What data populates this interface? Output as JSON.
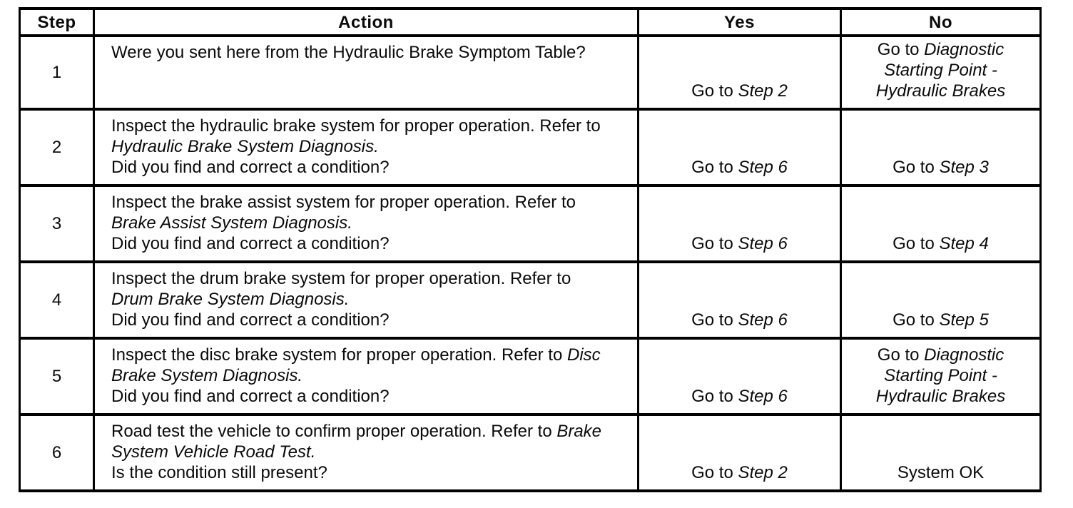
{
  "table": {
    "headers": {
      "step": "Step",
      "action": "Action",
      "yes": "Yes",
      "no": "No"
    },
    "rows": [
      {
        "step": "1",
        "action_text": "Were you sent here from the Hydraulic Brake Symptom Table?",
        "action_ref": "",
        "action_question": "",
        "yes_prefix": "Go to ",
        "yes_italic": "Step 2",
        "no_prefix": "Go to ",
        "no_italic": "Diagnostic Starting Point - Hydraulic Brakes"
      },
      {
        "step": "2",
        "action_text": "Inspect the hydraulic brake system for proper operation. Refer to ",
        "action_ref": "Hydraulic Brake System Diagnosis.",
        "action_question": "Did you find and correct a condition?",
        "yes_prefix": "Go to ",
        "yes_italic": "Step 6",
        "no_prefix": "Go to ",
        "no_italic": "Step 3"
      },
      {
        "step": "3",
        "action_text": "Inspect the brake assist system for proper operation. Refer to ",
        "action_ref": "Brake Assist System Diagnosis.",
        "action_question": "Did you find and correct a condition?",
        "yes_prefix": "Go to ",
        "yes_italic": "Step 6",
        "no_prefix": "Go to ",
        "no_italic": "Step 4"
      },
      {
        "step": "4",
        "action_text": "Inspect the drum brake system for proper operation. Refer to ",
        "action_ref": "Drum Brake System Diagnosis.",
        "action_question": "Did you find and correct a condition?",
        "yes_prefix": "Go to ",
        "yes_italic": "Step 6",
        "no_prefix": "Go to ",
        "no_italic": "Step 5"
      },
      {
        "step": "5",
        "action_text": "Inspect the disc brake system for proper operation. Refer to ",
        "action_ref": "Disc Brake System Diagnosis.",
        "action_question": "Did you find and correct a condition?",
        "yes_prefix": "Go to ",
        "yes_italic": "Step 6",
        "no_prefix": "Go to ",
        "no_italic": "Diagnostic Starting Point - Hydraulic Brakes"
      },
      {
        "step": "6",
        "action_text": "Road test the vehicle to confirm proper operation. Refer to ",
        "action_ref": "Brake System Vehicle Road Test.",
        "action_question": "Is the condition still present?",
        "yes_prefix": "Go to ",
        "yes_italic": "Step 2",
        "no_prefix": "System OK",
        "no_italic": ""
      }
    ],
    "colors": {
      "border": "#000000",
      "text": "#0a0a0a",
      "background": "#ffffff"
    }
  }
}
